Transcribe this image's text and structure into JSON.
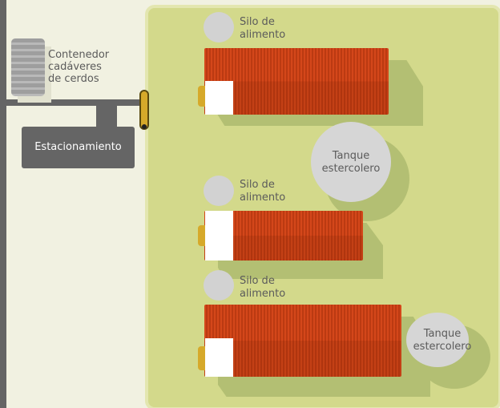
{
  "labels": {
    "container": [
      "Contenedor",
      "cadáveres",
      "de cerdos"
    ],
    "parking": "Estacionamiento",
    "silo": [
      "Silo de",
      "alimento"
    ],
    "tank": [
      "Tanque",
      "estercolero"
    ]
  },
  "colors": {
    "background": "#f1f1e1",
    "field": "#d3d98b",
    "field_shadow": "#b3bf73",
    "barn_roof": "#d4471a",
    "road": "#656565",
    "gate": "#d6a92a",
    "silo": "#d2d2d2",
    "container": "#9e9e9e"
  }
}
